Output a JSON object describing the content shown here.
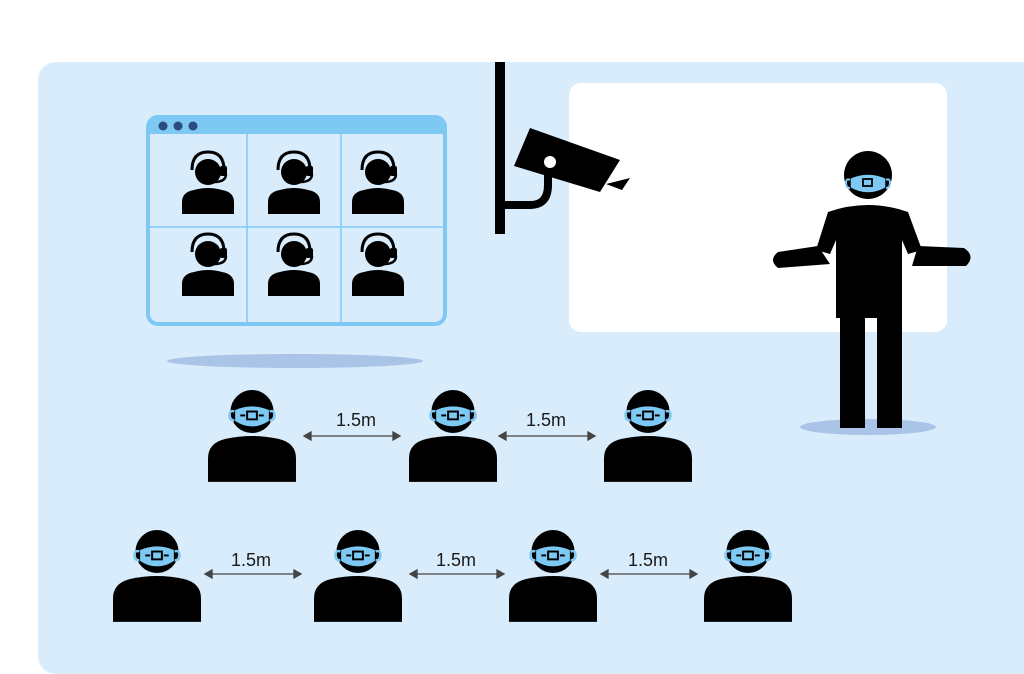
{
  "colors": {
    "background": "#d8ecfb",
    "whiteboard": "#ffffff",
    "figure": "#000000",
    "mask": "#7ec8f4",
    "window_frame": "#7ec8f4",
    "window_dots": "#2b4c7e",
    "shadow": "#a9c4e6"
  },
  "distance_labels": {
    "row1_a": "1.5m",
    "row1_b": "1.5m",
    "row2_a": "1.5m",
    "row2_b": "1.5m",
    "row2_c": "1.5m"
  },
  "video_call_tiles": [
    "participant",
    "participant",
    "participant",
    "participant",
    "participant",
    "participant"
  ]
}
